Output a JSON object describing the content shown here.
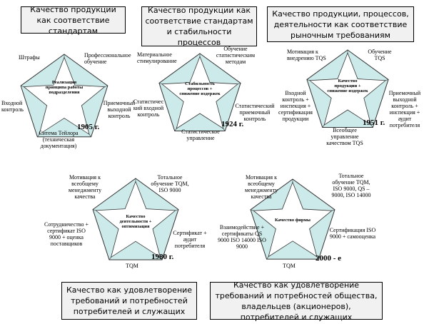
{
  "colors": {
    "pentagon_fill": "#cdeaea",
    "star_fill": "#ffffff",
    "stroke": "#333333",
    "title_bg": "#f1f1f1"
  },
  "panels": [
    {
      "title": "Качество продукции как соответствие стандартам",
      "center": "Реализация принципа работы подразделения",
      "year": "1905 г.",
      "labels": {
        "top_left": "Штрафы",
        "top_right": "Профессиональное обучение",
        "left": "Входной контроль",
        "right": "Приемочный выходной контроль",
        "bottom": "Ситема Тейлора (техническая документация)"
      }
    },
    {
      "title": "Качество продукции как соответствие стандартам и стабильности процессов",
      "center": "Стабильность процессов + снижение издержек",
      "year": "1924 г.",
      "labels": {
        "top_left": "Материальное стимулирование",
        "top_right": "Обучение статистическим методам",
        "left": "Статистичес кий входной контроль",
        "right": "Статистический приемочный контроль",
        "bottom": "Статистическое управление"
      }
    },
    {
      "title": "Качество продукции, процессов, деятельности как соответствие рыночным требованиям",
      "center": "Качество продукции + снижение издержек",
      "year": "1951 г.",
      "labels": {
        "top_left": "Мотивация к внедрению TQS",
        "top_right": "Обучение TQS",
        "left": "Входной контроль + инспекция + сертификация продукции",
        "right": "Приемочный выходной контроль + инспекция + аудит потребителя",
        "bottom": "Всеобщее управление качеством TQS"
      }
    },
    {
      "title": "Качество как удовлетворение требований и потребностей потребителей и служащих",
      "center": "Качество деятельности + оптимизация",
      "year": "1980 г.",
      "labels": {
        "top_left": "Мотивация к всеобщему менеджменту качества",
        "top_right": "Тотальное обучение TQM, ISO 9000",
        "left": "Сотрудничество + сертификат ISO 9000 + оценка поставщиков",
        "right": "Сертификат + аудит потребителя",
        "bottom": "TQM"
      }
    },
    {
      "title": "Качество как удовлетворение требований и потребностей общества, владельцев (акционеров), потребителей и служащих",
      "center": "Качество фирмы",
      "year": "2000 - е",
      "labels": {
        "top_left": "Мотивация к всеобщему менеджменту качества",
        "top_right": "Тотальное обучение TQM, ISO 9000, QS – 9000, ISO 14000",
        "left": "Взаимодействие + сертификаты QS 9000 ISO 14000 ISO 9000",
        "right": "Сертификация ISO 9000 + самооценка",
        "bottom": "TQM"
      }
    }
  ]
}
